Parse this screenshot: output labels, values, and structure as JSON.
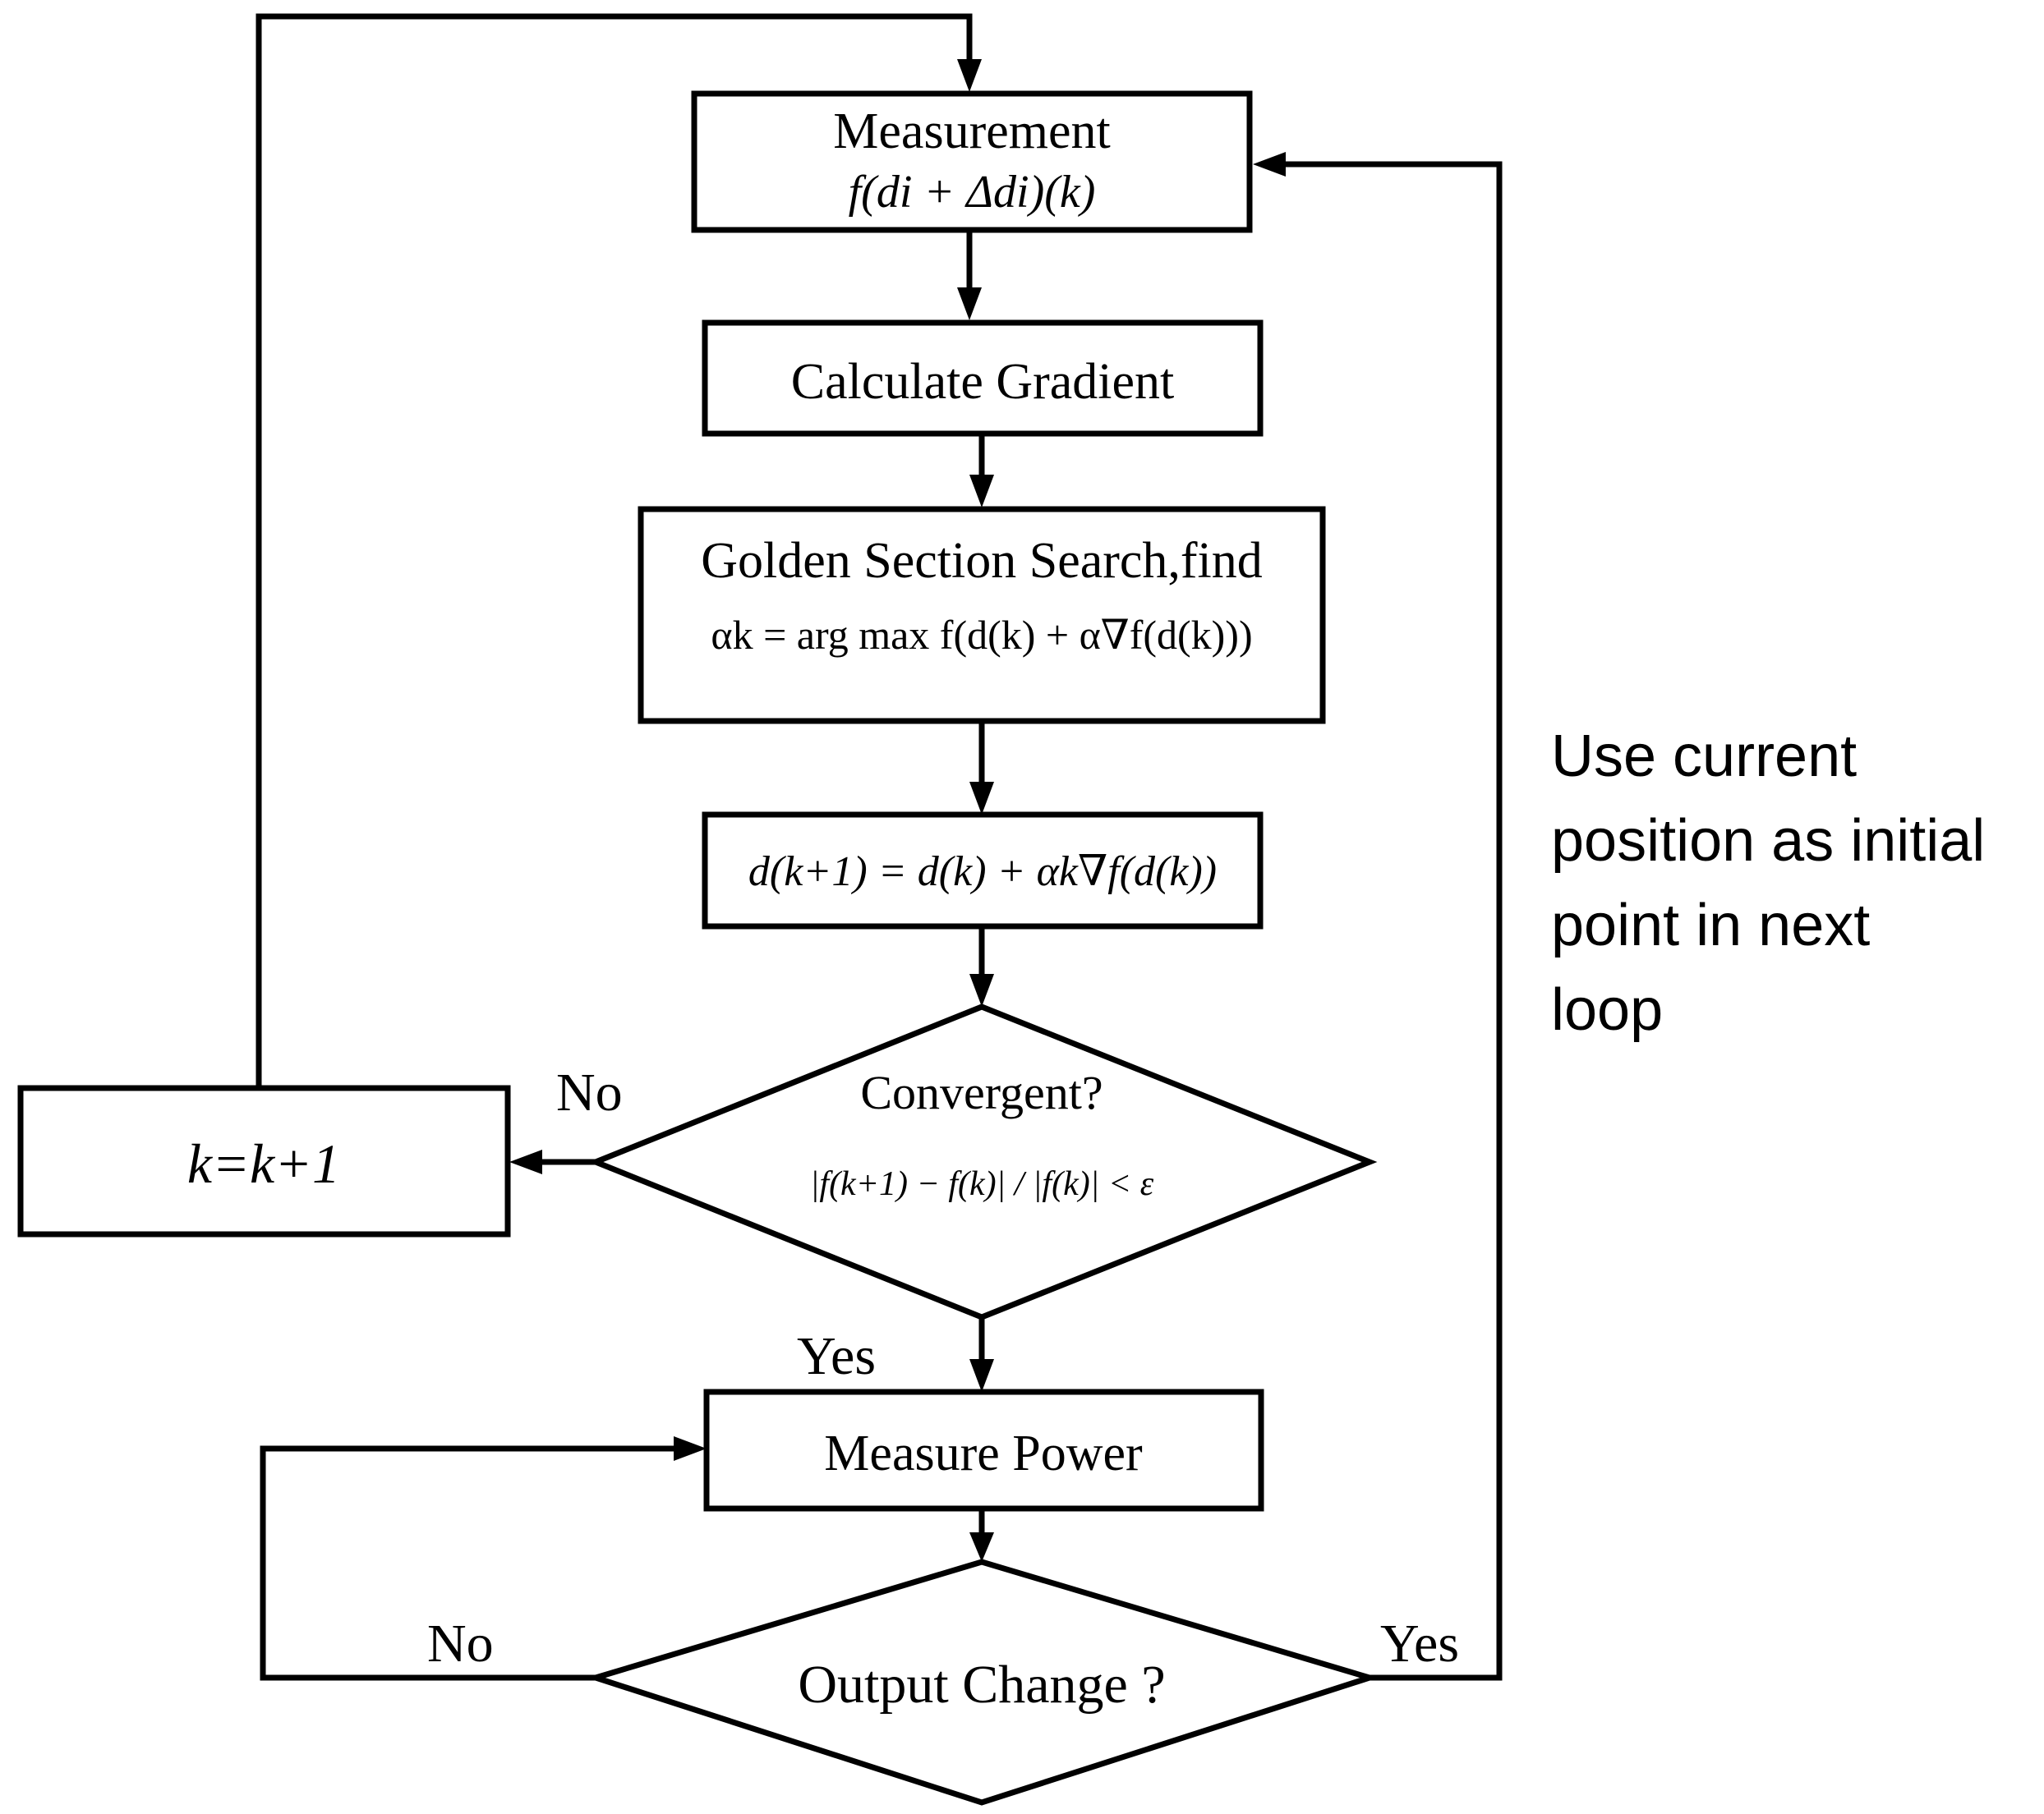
{
  "nodes": {
    "measurement": {
      "title": "Measurement",
      "formula": "f(di + Δdi)(k)"
    },
    "gradient": {
      "label": "Calculate Gradient"
    },
    "golden": {
      "title": "Golden Section Search,find",
      "formula": "αk = arg max f(d(k) + α∇f(d(k)))"
    },
    "update": {
      "formula": "d(k+1) = d(k) + αk∇f(d(k))"
    },
    "convergent": {
      "title": "Convergent?",
      "formula": "|f(k+1) − f(k)| / |f(k)| < ε"
    },
    "counter": {
      "label": "k=k+1"
    },
    "measure_power": {
      "label": "Measure Power"
    },
    "output_change": {
      "label": "Output Change ?"
    }
  },
  "edge_labels": {
    "conv_no": "No",
    "conv_yes": "Yes",
    "out_no": "No",
    "out_yes": "Yes"
  },
  "annotation": [
    "Use current",
    "position as initial",
    "point in next",
    "loop"
  ]
}
